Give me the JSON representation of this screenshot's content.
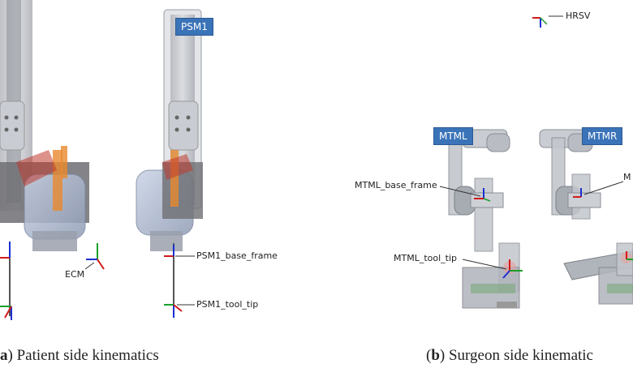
{
  "left_panel": {
    "badge_psm1": "PSM1",
    "labels": {
      "ecm": "ECM",
      "psm1_base_frame": "PSM1_base_frame",
      "psm1_tool_tip": "PSM1_tool_tip"
    },
    "caption": {
      "tag": "a",
      "text": ") Patient side kinematics"
    }
  },
  "right_panel": {
    "labels": {
      "hrsv": "HRSV",
      "mtml_base_frame": "MTML_base_frame",
      "mtml_tool_tip": "MTML_tool_tip",
      "mtmr_partial": "M"
    },
    "badge_mtml": "MTML",
    "badge_mtmr": "MTMR",
    "caption": {
      "tag": "b",
      "text": ") Surgeon side kinematic"
    }
  },
  "colors": {
    "axis_x": "#d11a1a",
    "axis_y": "#1aa02a",
    "axis_z": "#1a2fd1",
    "badge": "#3a73b8",
    "robot_gray": "#b9bcc2",
    "orange_part": "#e98a2e"
  }
}
